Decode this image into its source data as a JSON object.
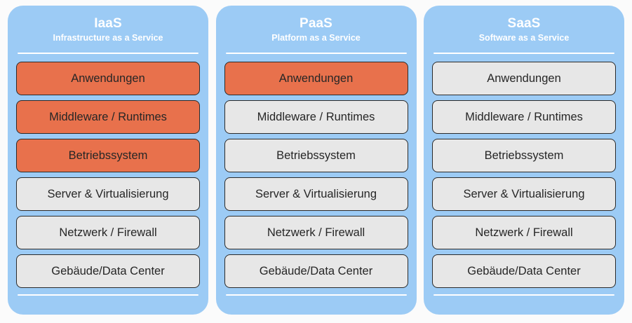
{
  "diagram": {
    "title_colors": {
      "panel_background": "#9ccbf5",
      "managed_by_customer": "#e8714c",
      "managed_by_provider": "#e7e7e7",
      "rule": "#ffffff",
      "page_background": "#fbfbfb"
    },
    "panels": [
      {
        "id": "iaas",
        "title": "IaaS",
        "subtitle": "Infrastructure as a Service",
        "layers": [
          {
            "label": "Anwendungen",
            "highlight": "orange"
          },
          {
            "label": "Middleware / Runtimes",
            "highlight": "orange"
          },
          {
            "label": "Betriebssystem",
            "highlight": "orange"
          },
          {
            "label": "Server & Virtualisierung",
            "highlight": "gray"
          },
          {
            "label": "Netzwerk / Firewall",
            "highlight": "gray"
          },
          {
            "label": "Gebäude/Data Center",
            "highlight": "gray"
          }
        ]
      },
      {
        "id": "paas",
        "title": "PaaS",
        "subtitle": "Platform as a Service",
        "layers": [
          {
            "label": "Anwendungen",
            "highlight": "orange"
          },
          {
            "label": "Middleware / Runtimes",
            "highlight": "gray"
          },
          {
            "label": "Betriebssystem",
            "highlight": "gray"
          },
          {
            "label": "Server & Virtualisierung",
            "highlight": "gray"
          },
          {
            "label": "Netzwerk / Firewall",
            "highlight": "gray"
          },
          {
            "label": "Gebäude/Data Center",
            "highlight": "gray"
          }
        ]
      },
      {
        "id": "saas",
        "title": "SaaS",
        "subtitle": "Software as a Service",
        "layers": [
          {
            "label": "Anwendungen",
            "highlight": "gray"
          },
          {
            "label": "Middleware / Runtimes",
            "highlight": "gray"
          },
          {
            "label": "Betriebssystem",
            "highlight": "gray"
          },
          {
            "label": "Server & Virtualisierung",
            "highlight": "gray"
          },
          {
            "label": "Netzwerk / Firewall",
            "highlight": "gray"
          },
          {
            "label": "Gebäude/Data Center",
            "highlight": "gray"
          }
        ]
      }
    ]
  }
}
